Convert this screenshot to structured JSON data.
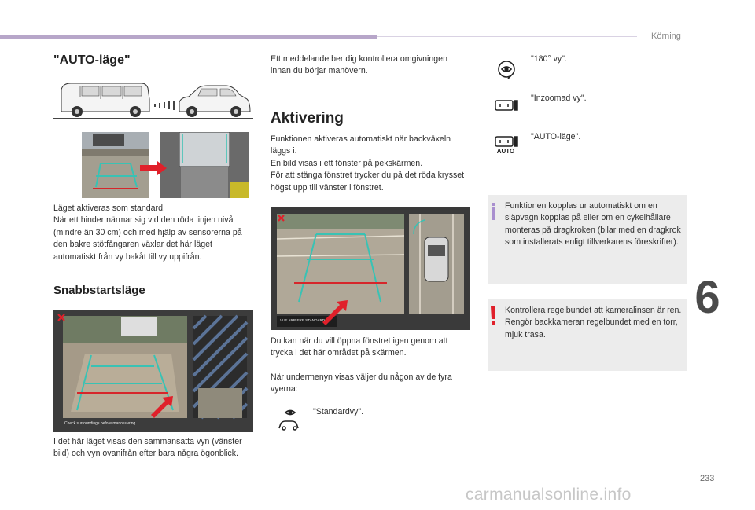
{
  "header": {
    "section": "Körning"
  },
  "left": {
    "auto_title": "\"AUTO-läge\"",
    "auto_text": "Läget aktiveras som standard.\nNär ett hinder närmar sig vid den röda linjen nivå (mindre än 30 cm) och med hjälp av sensorerna på den bakre stötfångaren växlar det här läget automatiskt från vy bakåt till vy uppifrån.",
    "quick_title": "Snabbstartsläge",
    "quick_caption": "Check surroundings before manoeuvring",
    "quick_text": "I det här läget visas den sammansatta vyn (vänster bild) och vyn ovanifrån efter bara några ögonblick."
  },
  "middle": {
    "intro": "Ett meddelande ber dig kontrollera omgivningen innan du börjar manövern.",
    "aktivering_title": "Aktivering",
    "aktivering_text": "Funktionen aktiveras automatiskt när backväxeln läggs i.\nEn bild visas i ett fönster på pekskärmen.\nFör att stänga fönstret trycker du på det röda krysset högst upp till vänster i fönstret.",
    "screen_caption": "VUE ARRIERE STANDARD",
    "open_text": "Du kan när du vill öppna fönstret igen genom att trycka i det här området på skärmen.",
    "submenu_text": "När undermenyn visas väljer du någon av de fyra vyerna:",
    "standard_label": "\"Standardvy\"."
  },
  "right": {
    "view_180": "\"180° vy\".",
    "view_zoom": "\"Inzoomad vy\".",
    "view_auto": "\"AUTO-läge\".",
    "auto_icon_text": "AUTO",
    "info_text": "Funktionen kopplas ur automatiskt om en släpvagn kopplas på eller om en cykelhållare monteras på dragkroken (bilar med en dragkrok som installerats enligt tillverkarens föreskrifter).",
    "warn_text": "Kontrollera regelbundet att kameralinsen är ren.\nRengör backkameran regelbundet med en torr, mjuk trasa."
  },
  "footer": {
    "chapter": "6",
    "page": "233",
    "watermark": "carmanualsonline.info"
  },
  "colors": {
    "accent_bar": "#b7a6c9",
    "info_icon": "#a98fcf",
    "warn_icon": "#e0202a",
    "guide_teal": "#39c2b4",
    "guide_red": "#d6262b"
  },
  "icons": [
    "van-icon",
    "car-icon",
    "red-arrow-icon",
    "close-icon",
    "eye-car-icon",
    "camera-icon",
    "info-icon",
    "warning-icon"
  ]
}
